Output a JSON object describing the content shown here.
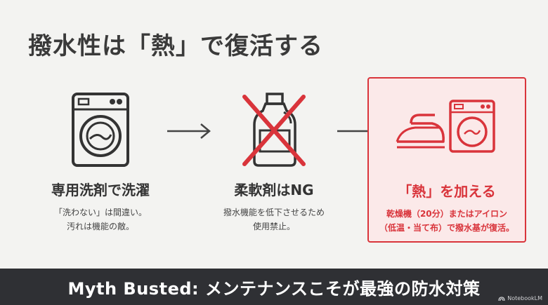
{
  "title": "撥水性は「熱」で復活する",
  "steps": [
    {
      "icon": "washing-machine-icon",
      "heading": "専用洗剤で洗濯",
      "desc": [
        "「洗わない」は間違い。",
        "汚れは機能の敵。"
      ]
    },
    {
      "icon": "crossed-out-softener-bottle-icon",
      "heading": "柔軟剤はNG",
      "desc": [
        "撥水機能を低下させるため",
        "使用禁止。"
      ]
    },
    {
      "icon": "iron-and-dryer-icon",
      "heading": "「熱」を加える",
      "desc": [
        "乾燥機（20分）またはアイロン",
        "（低温・当て布）で撥水基が復活。"
      ]
    }
  ],
  "footer": "Myth Busted: メンテナンスこそが最強の防水対策",
  "brand": "NotebookLM",
  "colors": {
    "accent": "#d9343b",
    "highlight_bg": "#fbe9e9",
    "footer_bg": "#2f3034",
    "background": "#f3f3f1"
  }
}
